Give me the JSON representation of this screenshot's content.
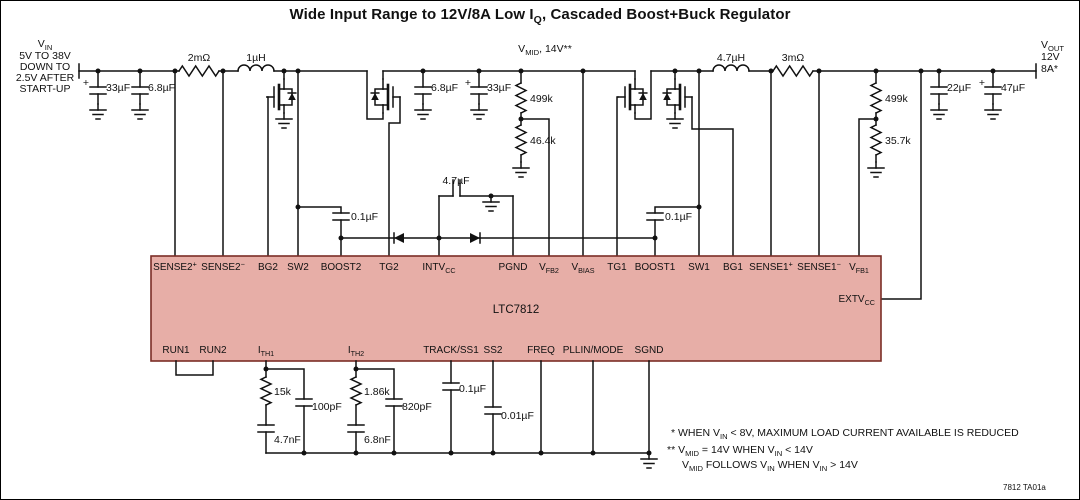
{
  "title": {
    "segments": [
      [
        "Wide Input Range to 12V/8A Low I",
        0
      ],
      [
        "Q",
        1
      ],
      [
        ", Cascaded Boost+Buck Regulator",
        0
      ]
    ]
  },
  "ic": {
    "name": "LTC7812",
    "fill": "#e7aea7",
    "border": "#7b2d26",
    "top_pins": [
      [
        [
          "SENSE2",
          0
        ],
        [
          "+",
          2
        ]
      ],
      [
        [
          "SENSE2",
          0
        ],
        [
          "−",
          2
        ]
      ],
      [
        [
          "BG2",
          0
        ]
      ],
      [
        [
          "SW2",
          0
        ]
      ],
      [
        [
          "BOOST2",
          0
        ]
      ],
      [
        [
          "TG2",
          0
        ]
      ],
      [
        [
          "INTV",
          0
        ],
        [
          "CC",
          1
        ]
      ],
      [
        [
          "PGND",
          0
        ]
      ],
      [
        [
          "V",
          0
        ],
        [
          "FB2",
          1
        ]
      ],
      [
        [
          "V",
          0
        ],
        [
          "BIAS",
          1
        ]
      ],
      [
        [
          "TG1",
          0
        ]
      ],
      [
        [
          "BOOST1",
          0
        ]
      ],
      [
        [
          "SW1",
          0
        ]
      ],
      [
        [
          "BG1",
          0
        ]
      ],
      [
        [
          "SENSE1",
          0
        ],
        [
          "+",
          2
        ]
      ],
      [
        [
          "SENSE1",
          0
        ],
        [
          "−",
          2
        ]
      ],
      [
        [
          "V",
          0
        ],
        [
          "FB1",
          1
        ]
      ]
    ],
    "bottom_pins": [
      [
        [
          "RUN1",
          0
        ]
      ],
      [
        [
          "RUN2",
          0
        ]
      ],
      [
        [
          "I",
          0
        ],
        [
          "TH1",
          1
        ]
      ],
      [
        [
          "I",
          0
        ],
        [
          "TH2",
          1
        ]
      ],
      [
        [
          "TRACK/SS1",
          0
        ]
      ],
      [
        [
          "SS2",
          0
        ]
      ],
      [
        [
          "FREQ",
          0
        ]
      ],
      [
        [
          "PLLIN/MODE",
          0
        ]
      ],
      [
        [
          "SGND",
          0
        ]
      ]
    ],
    "right_pin": [
      [
        "EXTV",
        0
      ],
      [
        "CC",
        1
      ]
    ]
  },
  "labels": {
    "vin_lines": [
      [
        [
          "V",
          0
        ],
        [
          "IN",
          1
        ]
      ],
      [
        [
          "5V TO 38V",
          0
        ]
      ],
      [
        [
          "DOWN TO",
          0
        ]
      ],
      [
        [
          "2.5V AFTER",
          0
        ]
      ],
      [
        [
          "START-UP",
          0
        ]
      ]
    ],
    "vmid": [
      [
        "V",
        0
      ],
      [
        "MID",
        1
      ],
      [
        ", 14V**",
        0
      ]
    ],
    "vout_lines": [
      [
        [
          "V",
          0
        ],
        [
          "OUT",
          1
        ]
      ],
      [
        [
          "12V",
          0
        ]
      ],
      [
        [
          "8A*",
          0
        ]
      ]
    ]
  },
  "components": {
    "rsense2": "2mΩ",
    "l_boost": "1µH",
    "cin_bulk": "33µF",
    "cin_cer": "6.8µF",
    "cmid_cer": "6.8µF",
    "cmid_bulk": "33µF",
    "rfb2_top": "499k",
    "rfb2_bot": "46.4k",
    "c_intvcc": "4.7µF",
    "c_boost2": "0.1µF",
    "c_boost1": "0.1µF",
    "l_buck": "4.7µH",
    "rsense1": "3mΩ",
    "rfb1_top": "499k",
    "rfb1_bot": "35.7k",
    "cout_cer": "22µF",
    "cout_bulk": "47µF",
    "r_ith1": "15k",
    "c_ith1": "100pF",
    "c_ith1b": "4.7nF",
    "r_ith2": "1.86k",
    "c_ith2": "820pF",
    "c_ith2b": "6.8nF",
    "c_ss1": "0.1µF",
    "c_ss2": "0.01µF",
    "plus": "+"
  },
  "notes": [
    [
      [
        "* WHEN V",
        0
      ],
      [
        "IN",
        1
      ],
      [
        " < 8V, MAXIMUM LOAD CURRENT AVAILABLE IS REDUCED",
        0
      ]
    ],
    [
      [
        "** V",
        0
      ],
      [
        "MID",
        1
      ],
      [
        " = 14V WHEN V",
        0
      ],
      [
        "IN",
        1
      ],
      [
        " < 14V",
        0
      ]
    ],
    [
      [
        "V",
        0
      ],
      [
        "MID",
        1
      ],
      [
        " FOLLOWS V",
        0
      ],
      [
        "IN",
        1
      ],
      [
        " WHEN V",
        0
      ],
      [
        "IN",
        1
      ],
      [
        " > 14V",
        0
      ]
    ]
  ],
  "doc_code": "7812 TA01a",
  "colors": {
    "wire": "#111111",
    "text": "#111111"
  }
}
